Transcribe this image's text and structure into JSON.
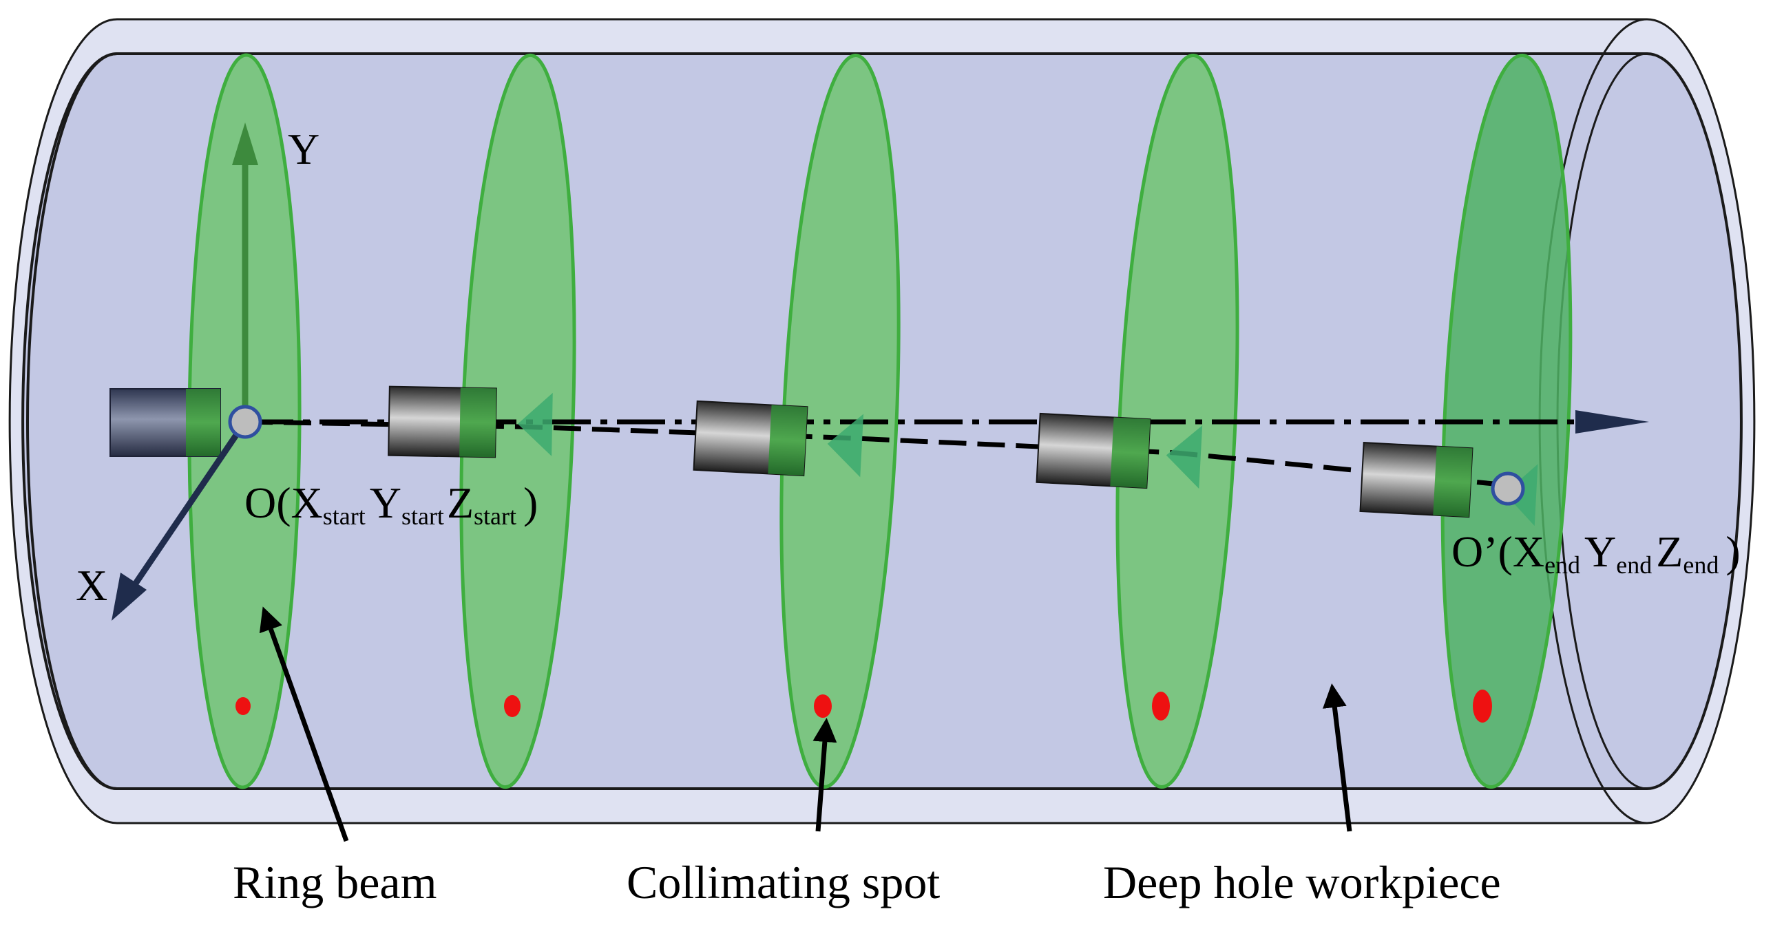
{
  "axes": {
    "y_label": "Y",
    "x_label": "X"
  },
  "origin": {
    "prefix": "O(",
    "x": "X",
    "x_sub": "start",
    "y": "Y",
    "y_sub": "start",
    "z": "Z",
    "z_sub": "start",
    "suffix": ")"
  },
  "end_point": {
    "prefix": "O’(",
    "x": "X",
    "x_sub": "end",
    "y": "Y",
    "y_sub": "end",
    "z": "Z",
    "z_sub": "end",
    "suffix": ")"
  },
  "captions": {
    "ring_beam": "Ring beam",
    "collimating_spot": "Collimating spot",
    "workpiece": "Deep hole workpiece"
  },
  "colors": {
    "workpiece_fill": "#c3c8e4",
    "ring_fill": "#6cc46c",
    "ring_edge": "#3fae3f",
    "spot": "#ee1111",
    "point_fill": "#bdbdbd",
    "point_edge": "#2f4fa0",
    "axis_green": "#3d8a3d",
    "axis_navy": "#1f2c4c"
  }
}
